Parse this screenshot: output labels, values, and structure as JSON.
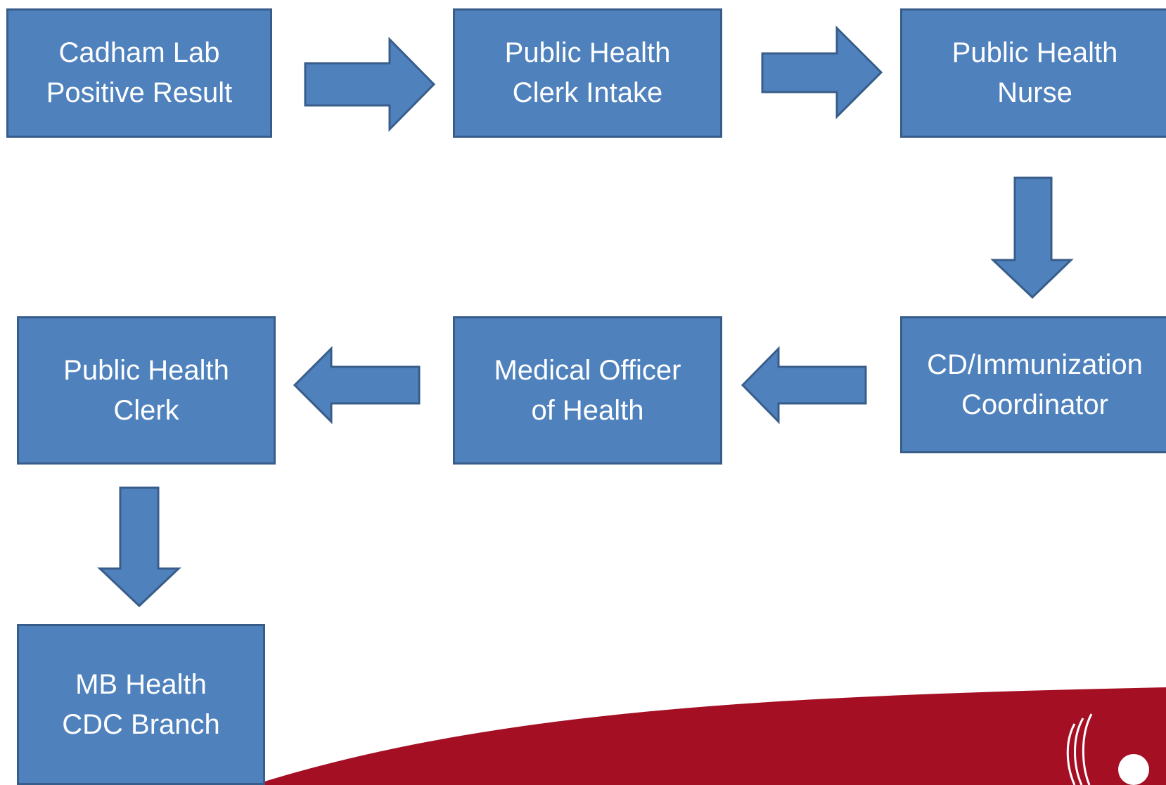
{
  "nodes": [
    {
      "id": "cadham-lab",
      "lines": [
        "Cadham Lab",
        "Positive Result"
      ]
    },
    {
      "id": "clerk-intake",
      "lines": [
        "Public Health",
        "Clerk Intake"
      ]
    },
    {
      "id": "nurse",
      "lines": [
        "Public Health",
        "Nurse"
      ]
    },
    {
      "id": "coordinator",
      "lines": [
        "CD/Immunization",
        "Coordinator"
      ]
    },
    {
      "id": "medical-officer",
      "lines": [
        "Medical Officer",
        "of Health"
      ]
    },
    {
      "id": "clerk",
      "lines": [
        "Public Health",
        "Clerk"
      ]
    },
    {
      "id": "mb-health",
      "lines": [
        "MB Health",
        "CDC Branch"
      ]
    }
  ],
  "edges": [
    {
      "from": "cadham-lab",
      "to": "clerk-intake",
      "direction": "right"
    },
    {
      "from": "clerk-intake",
      "to": "nurse",
      "direction": "right"
    },
    {
      "from": "nurse",
      "to": "coordinator",
      "direction": "down"
    },
    {
      "from": "coordinator",
      "to": "medical-officer",
      "direction": "left"
    },
    {
      "from": "medical-officer",
      "to": "clerk",
      "direction": "left"
    },
    {
      "from": "clerk",
      "to": "mb-health",
      "direction": "down"
    }
  ],
  "colors": {
    "box_fill": "#4f81bd",
    "box_border": "#385d8a",
    "text": "#ffffff",
    "footer_band": "#a50f24"
  }
}
